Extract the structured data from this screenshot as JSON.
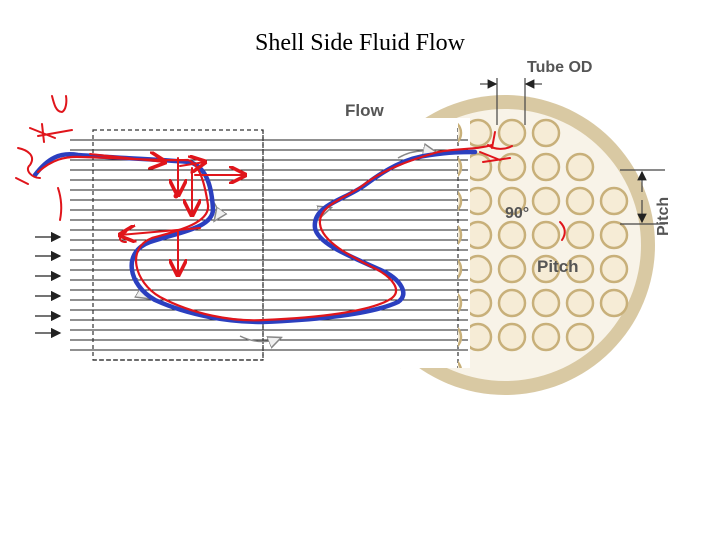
{
  "title": "Shell Side Fluid Flow",
  "labels": {
    "flow": "Flow",
    "tube_od": "Tube OD",
    "pitch_vertical": "Pitch",
    "pitch_horizontal": "Pitch",
    "angle": "90°"
  },
  "colors": {
    "shell": "#d9c9a3",
    "shell_fill": "#f8f3e8",
    "tube_stroke": "#c8b07a",
    "tube_fill": "#f6ecd6",
    "blue_path": "#2b3fbf",
    "red_path": "#e0151b",
    "baffle_lines": "#222222"
  }
}
